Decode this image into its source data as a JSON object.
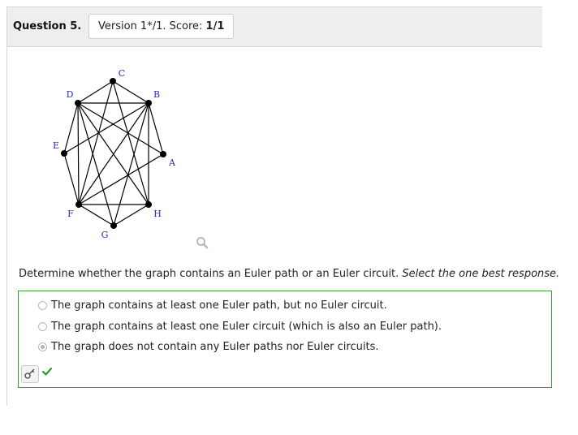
{
  "header": {
    "question_label": "Question 5.",
    "version_text": "Version 1*/1. Score: ",
    "score_value": "1/1"
  },
  "graph": {
    "vertices": [
      "C",
      "D",
      "B",
      "E",
      "A",
      "F",
      "H",
      "G"
    ],
    "edges": [
      [
        "C",
        "D"
      ],
      [
        "C",
        "B"
      ],
      [
        "C",
        "F"
      ],
      [
        "C",
        "H"
      ],
      [
        "D",
        "B"
      ],
      [
        "D",
        "E"
      ],
      [
        "D",
        "F"
      ],
      [
        "D",
        "A"
      ],
      [
        "D",
        "G"
      ],
      [
        "D",
        "H"
      ],
      [
        "B",
        "E"
      ],
      [
        "B",
        "F"
      ],
      [
        "B",
        "G"
      ],
      [
        "B",
        "H"
      ],
      [
        "B",
        "A"
      ],
      [
        "E",
        "F"
      ],
      [
        "F",
        "A"
      ],
      [
        "F",
        "H"
      ],
      [
        "F",
        "G"
      ],
      [
        "H",
        "G"
      ]
    ],
    "label_color": "#1f2fb5"
  },
  "zoom_icon": "magnifier-icon",
  "question": {
    "prompt": "Determine whether the graph contains an Euler path or an Euler circuit.",
    "instruction": "Select the one best response."
  },
  "options": [
    {
      "label": "The graph contains at least one Euler path, but no Euler circuit.",
      "selected": false
    },
    {
      "label": "The graph contains at least one Euler circuit (which is also an Euler path).",
      "selected": false
    },
    {
      "label": "The graph does not contain any Euler paths nor Euler circuits.",
      "selected": true
    }
  ],
  "feedback": {
    "key_icon": "key-icon",
    "status_icon": "checkmark-icon",
    "status": "correct",
    "correct_color": "#2e9a2e",
    "box_border_color": "#3a9a3a"
  }
}
